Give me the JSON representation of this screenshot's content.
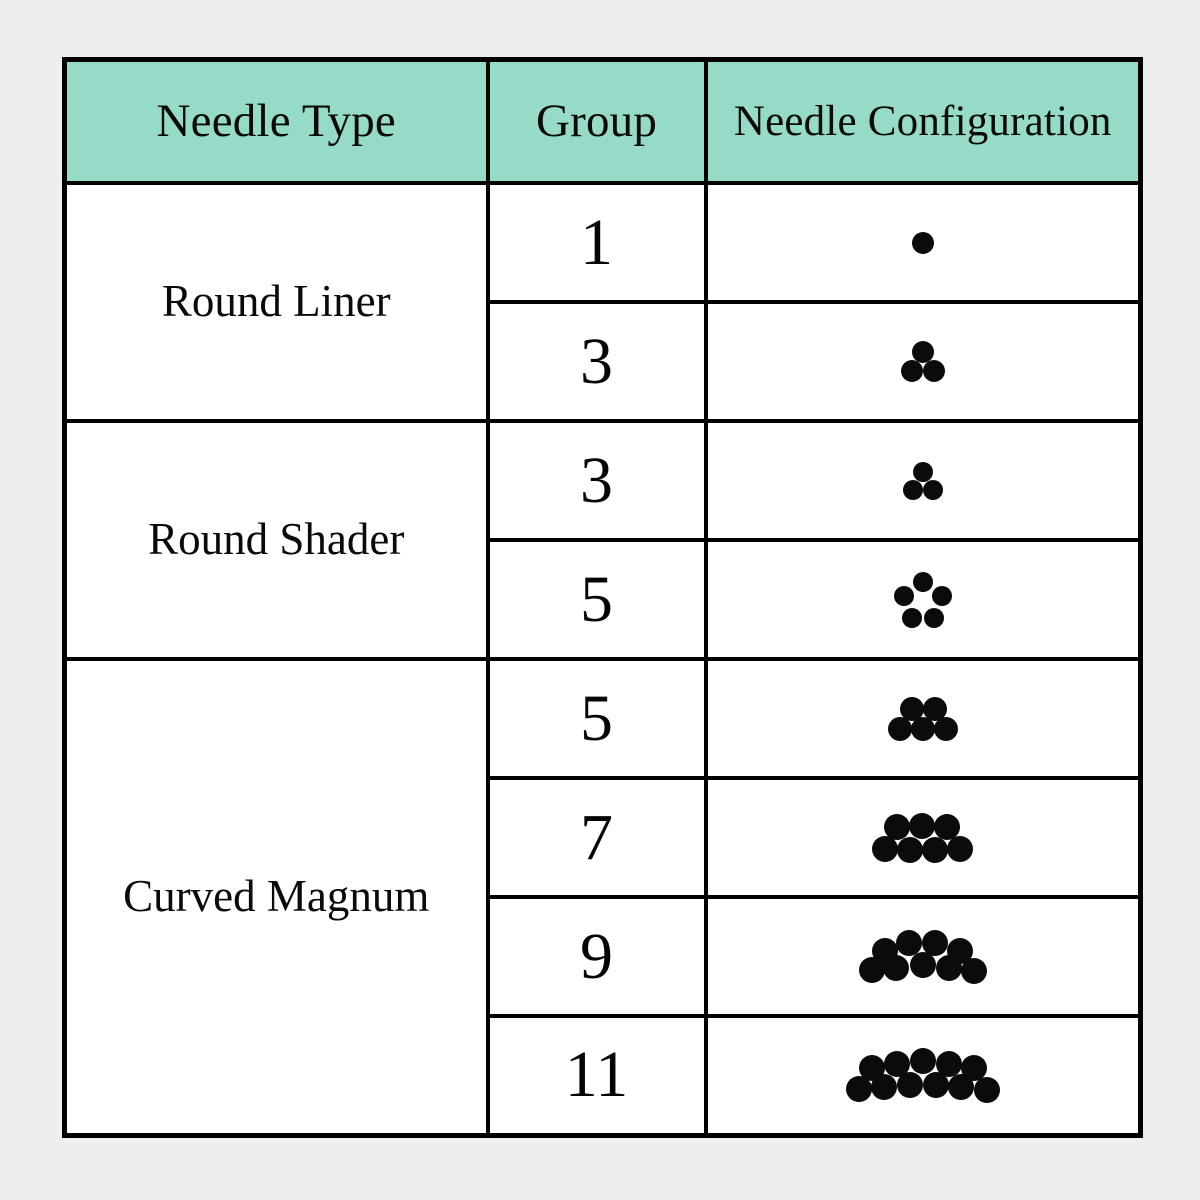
{
  "page": {
    "background_color": "#eeeeee",
    "table_border_color": "#000000",
    "header_fill_color": "#95dbc7",
    "dot_color": "#0b0b0b"
  },
  "table": {
    "headers": [
      {
        "id": "needle-type",
        "label": "Needle Type"
      },
      {
        "id": "group",
        "label": "Group"
      },
      {
        "id": "needle-configuration",
        "label": "Needle Configuration"
      }
    ],
    "needle_types": [
      {
        "id": "round-liner",
        "label": "Round Liner",
        "row_span": 2
      },
      {
        "id": "round-shader",
        "label": "Round Shader",
        "row_span": 2
      },
      {
        "id": "curved-magnum",
        "label": "Curved Magnum",
        "row_span": 4
      }
    ],
    "rows": [
      {
        "needle_type": "Round Liner",
        "group": "1",
        "config_id": "round-liner-1",
        "dot_count": 1,
        "dot_radius": 11,
        "layout": "single",
        "dots": [
          {
            "x": 0,
            "y": 0
          }
        ]
      },
      {
        "needle_type": "Round Liner",
        "group": "3",
        "config_id": "round-liner-3",
        "dot_count": 3,
        "dot_radius": 11,
        "layout": "triangle",
        "dots": [
          {
            "x": 0,
            "y": -10
          },
          {
            "x": -11,
            "y": 9
          },
          {
            "x": 11,
            "y": 9
          }
        ]
      },
      {
        "needle_type": "Round Shader",
        "group": "3",
        "config_id": "round-shader-3",
        "dot_count": 3,
        "dot_radius": 10,
        "layout": "triangle",
        "dots": [
          {
            "x": 0,
            "y": -10
          },
          {
            "x": -10,
            "y": 8
          },
          {
            "x": 10,
            "y": 8
          }
        ]
      },
      {
        "needle_type": "Round Shader",
        "group": "5",
        "config_id": "round-shader-5",
        "dot_count": 5,
        "dot_radius": 10,
        "layout": "pentagon",
        "dots": [
          {
            "x": 0,
            "y": -19
          },
          {
            "x": -19,
            "y": -5
          },
          {
            "x": 19,
            "y": -5
          },
          {
            "x": -11,
            "y": 17
          },
          {
            "x": 11,
            "y": 17
          }
        ]
      },
      {
        "needle_type": "Curved Magnum",
        "group": "5",
        "config_id": "curved-magnum-5",
        "dot_count": 5,
        "dot_radius": 12,
        "layout": "curved-two-row",
        "top_row": 2,
        "bottom_row": 3,
        "dots": [
          {
            "x": -11,
            "y": -11
          },
          {
            "x": 12,
            "y": -11
          },
          {
            "x": -23,
            "y": 9
          },
          {
            "x": 0,
            "y": 9
          },
          {
            "x": 23,
            "y": 9
          }
        ]
      },
      {
        "needle_type": "Curved Magnum",
        "group": "7",
        "config_id": "curved-magnum-7",
        "dot_count": 7,
        "dot_radius": 13,
        "layout": "curved-two-row",
        "top_row": 3,
        "bottom_row": 4,
        "dots": [
          {
            "x": -25,
            "y": -12
          },
          {
            "x": 0,
            "y": -13
          },
          {
            "x": 25,
            "y": -12
          },
          {
            "x": -37,
            "y": 10
          },
          {
            "x": -12,
            "y": 11
          },
          {
            "x": 13,
            "y": 11
          },
          {
            "x": 38,
            "y": 10
          }
        ]
      },
      {
        "needle_type": "Curved Magnum",
        "group": "9",
        "config_id": "curved-magnum-9",
        "dot_count": 9,
        "dot_radius": 13,
        "layout": "curved-two-row-arc",
        "top_row": 4,
        "bottom_row": 5,
        "dots": [
          {
            "x": -38,
            "y": -8
          },
          {
            "x": -14,
            "y": -16
          },
          {
            "x": 12,
            "y": -16
          },
          {
            "x": 37,
            "y": -8
          },
          {
            "x": -51,
            "y": 11
          },
          {
            "x": -27,
            "y": 9
          },
          {
            "x": 0,
            "y": 6
          },
          {
            "x": 26,
            "y": 9
          },
          {
            "x": 51,
            "y": 12
          }
        ]
      },
      {
        "needle_type": "Curved Magnum",
        "group": "11",
        "config_id": "curved-magnum-11",
        "dot_count": 11,
        "dot_radius": 13,
        "layout": "curved-two-row-arc",
        "top_row": 5,
        "bottom_row": 6,
        "dots": [
          {
            "x": -51,
            "y": -10
          },
          {
            "x": -26,
            "y": -14
          },
          {
            "x": 0,
            "y": -17
          },
          {
            "x": 26,
            "y": -14
          },
          {
            "x": 51,
            "y": -10
          },
          {
            "x": -64,
            "y": 11
          },
          {
            "x": -39,
            "y": 9
          },
          {
            "x": -13,
            "y": 7
          },
          {
            "x": 13,
            "y": 7
          },
          {
            "x": 38,
            "y": 9
          },
          {
            "x": 64,
            "y": 12
          }
        ]
      }
    ]
  }
}
